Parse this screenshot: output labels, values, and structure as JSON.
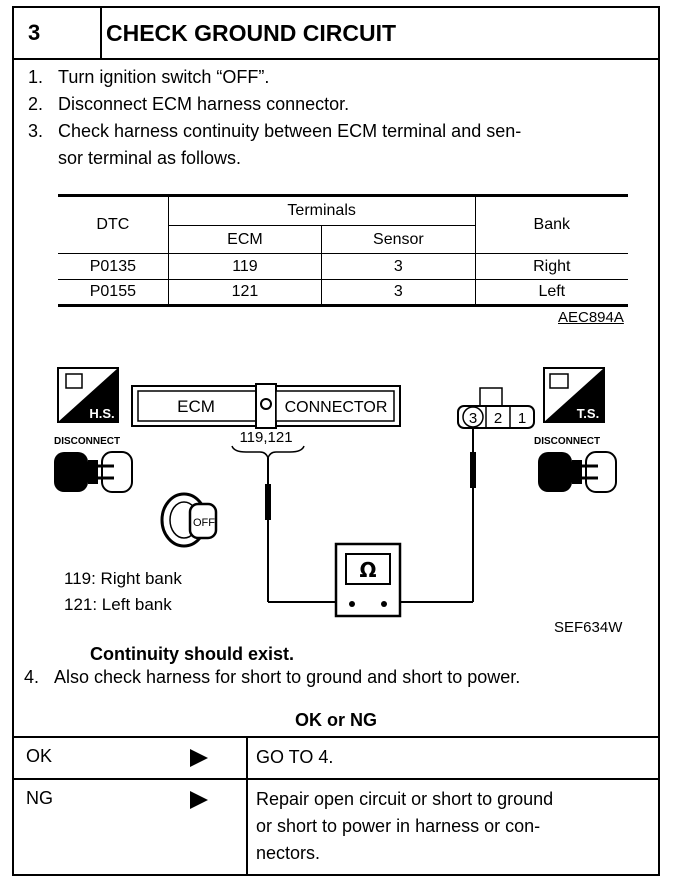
{
  "header": {
    "number": "3",
    "title": "CHECK GROUND CIRCUIT"
  },
  "steps": [
    {
      "num": "1.",
      "text": "Turn ignition switch “OFF”."
    },
    {
      "num": "2.",
      "text": "Disconnect ECM harness connector."
    },
    {
      "num": "3.",
      "text": "Check harness continuity between ECM terminal and sen-",
      "cont": "sor terminal as follows."
    }
  ],
  "table": {
    "h_dtc": "DTC",
    "h_terminals": "Terminals",
    "h_ecm": "ECM",
    "h_sensor": "Sensor",
    "h_bank": "Bank",
    "rows": [
      {
        "dtc": "P0135",
        "ecm": "119",
        "sensor": "3",
        "bank": "Right"
      },
      {
        "dtc": "P0155",
        "ecm": "121",
        "sensor": "3",
        "bank": "Left"
      }
    ],
    "ref": "AEC894A"
  },
  "diagram": {
    "ecm_label": "ECM",
    "connector_label": "CONNECTOR",
    "terminals_label": "119,121",
    "hs_label": "H.S.",
    "ts_label": "T.S.",
    "disconnect_left": "DISCONNECT",
    "disconnect_right": "DISCONNECT",
    "sensor_pins": [
      "3",
      "2",
      "1"
    ],
    "ohm_symbol": "Ω",
    "off_label": "OFF",
    "bank_notes": [
      "119: Right bank",
      "121: Left bank"
    ],
    "ref": "SEF634W"
  },
  "continuity": "Continuity should exist.",
  "step4": {
    "num": "4.",
    "text": "Also check harness for short to ground and short to power."
  },
  "okng": {
    "title": "OK or NG",
    "ok_label": "OK",
    "ok_result": "GO TO 4.",
    "ng_label": "NG",
    "ng_result": [
      "Repair open circuit or short to ground",
      "or short to power in harness or con-",
      "nectors."
    ]
  }
}
